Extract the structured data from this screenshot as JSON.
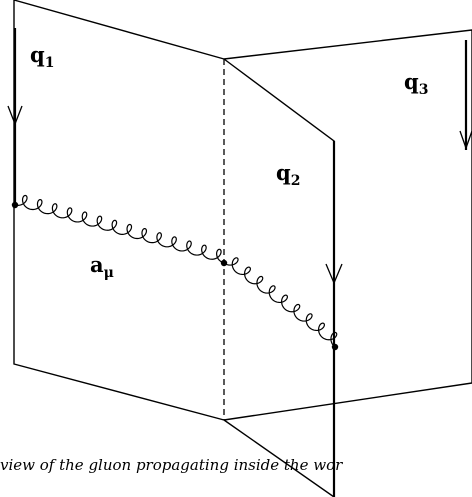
{
  "diagram": {
    "labels": {
      "q1": {
        "base": "q",
        "sub": "1"
      },
      "q2": {
        "base": "q",
        "sub": "2"
      },
      "q3": {
        "base": "q",
        "sub": "3"
      },
      "gluon": {
        "base": "a",
        "sub": "μ"
      }
    },
    "caption": "view of the gluon propagating inside the wor"
  }
}
